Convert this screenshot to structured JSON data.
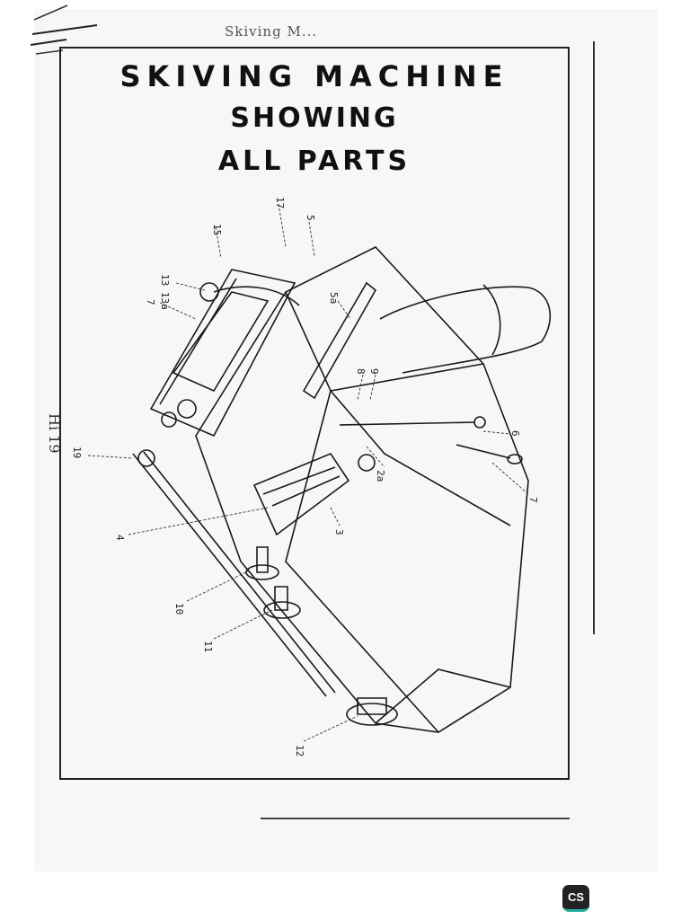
{
  "header": {
    "scribble": "Skiving M..."
  },
  "title": {
    "line1": "SKIVING MACHINE",
    "line2": "SHOWING",
    "line3": "ALL PARTS"
  },
  "side_note": "Hi 19",
  "diagram": {
    "callouts": [
      {
        "label": "15"
      },
      {
        "label": "17"
      },
      {
        "label": "5"
      },
      {
        "label": "13 13a"
      },
      {
        "label": "7"
      },
      {
        "label": "5a"
      },
      {
        "label": "8"
      },
      {
        "label": "9"
      },
      {
        "label": "6"
      },
      {
        "label": "19"
      },
      {
        "label": "2a"
      },
      {
        "label": "7"
      },
      {
        "label": "4"
      },
      {
        "label": "3"
      },
      {
        "label": "10"
      },
      {
        "label": "11"
      },
      {
        "label": "12"
      }
    ]
  },
  "badge": {
    "text": "CS",
    "accent": "#2bb3a3"
  }
}
